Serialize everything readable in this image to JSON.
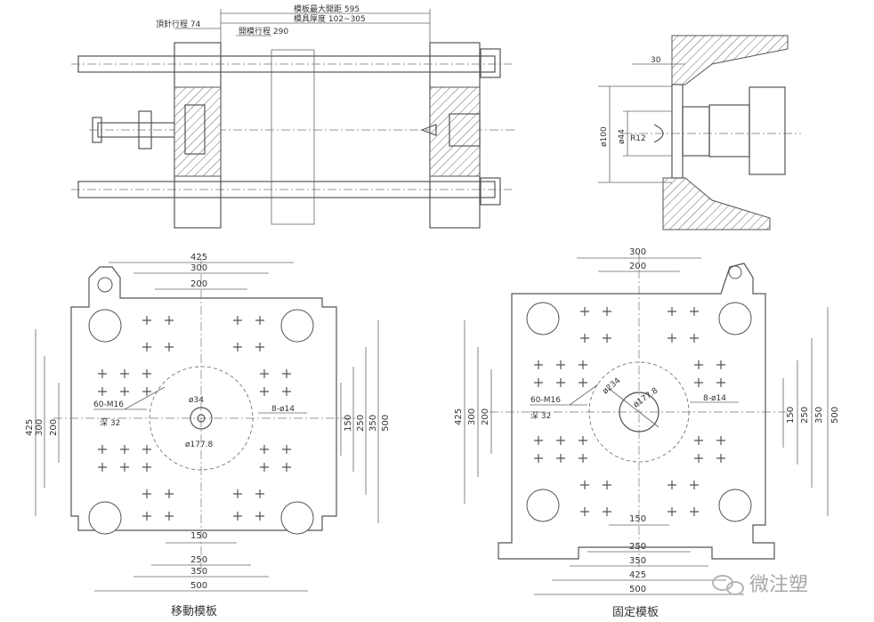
{
  "side_view": {
    "ejector_stroke": "頂針行程 74",
    "max_platen_distance": "模板最大開距 595",
    "mold_thickness": "模具厚度 102~305",
    "opening_stroke": "開模行程 290"
  },
  "nozzle_detail": {
    "dim_30": "30",
    "dim_d100": "ø100",
    "dim_d44": "ø44",
    "dim_r12": "R12"
  },
  "moving_platen": {
    "caption": "移動模板",
    "top_dims": [
      "425",
      "300",
      "200"
    ],
    "bottom_dims": [
      "150",
      "250",
      "350",
      "500"
    ],
    "left_dims": [
      "425",
      "300",
      "200"
    ],
    "right_dims": [
      "150",
      "250",
      "350",
      "500"
    ],
    "holes_label": "60-M16",
    "holes_depth": "深 32",
    "bolt_label": "8-ø14",
    "center_d34": "ø34",
    "center_d1778": "ø177.8"
  },
  "fixed_platen": {
    "caption": "固定模板",
    "top_dims": [
      "300",
      "200"
    ],
    "bottom_dims": [
      "150",
      "250",
      "350",
      "425",
      "500"
    ],
    "left_dims": [
      "425",
      "300",
      "200"
    ],
    "right_dims": [
      "150",
      "250",
      "350",
      "500"
    ],
    "holes_label": "60-M16",
    "holes_depth": "深 32",
    "bolt_label": "8-ø14",
    "angle_d234": "ø234",
    "center_d1778": "ø177.8"
  },
  "watermark": "微注塑"
}
